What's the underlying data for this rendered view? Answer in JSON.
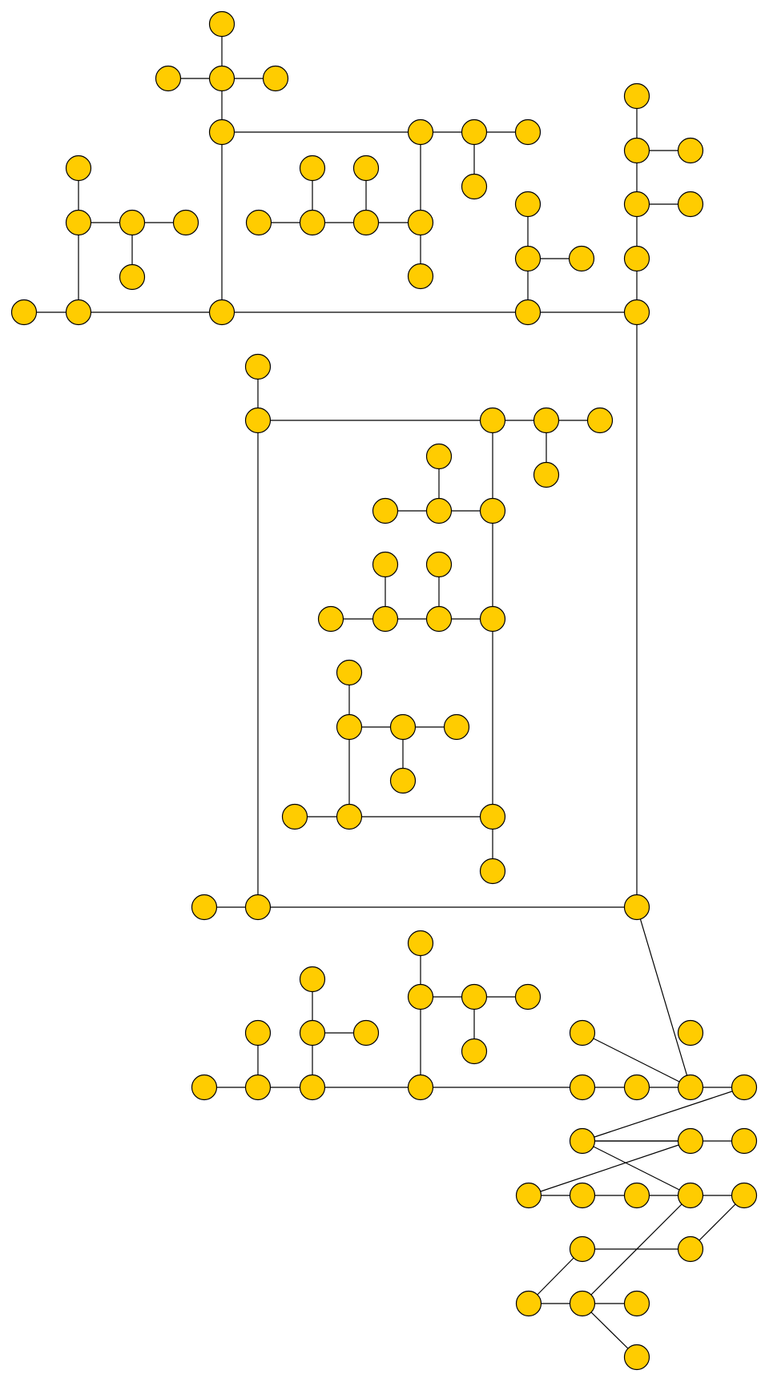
{
  "diagram": {
    "type": "orthogonal-tree",
    "style": {
      "node_fill": "#FFCC00",
      "node_stroke": "#000000",
      "edge_stroke": "#000000",
      "background": "#FFFFFF"
    },
    "node_count": 96,
    "edge_count": 95
  }
}
